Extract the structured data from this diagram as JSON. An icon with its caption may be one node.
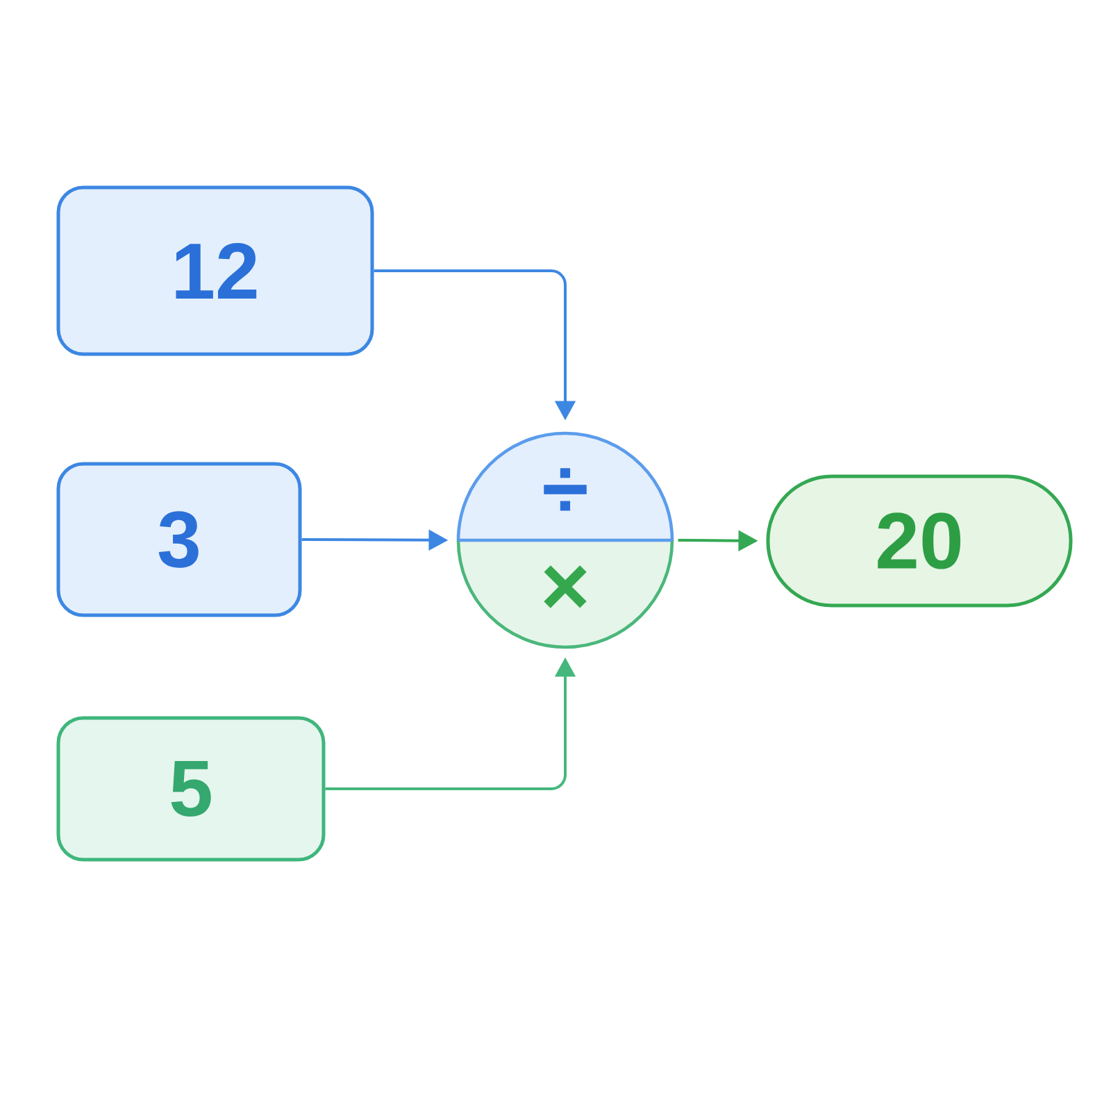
{
  "diagram": {
    "nodes": [
      {
        "text": [
          "12"
        ]
      },
      {
        "text": [
          "3"
        ]
      },
      {
        "text": [
          "5"
        ]
      },
      {
        "text": [
          "÷",
          "×"
        ]
      },
      {
        "text": [
          "20"
        ]
      }
    ],
    "edges": [
      {
        "from": 0,
        "to": 3,
        "arrow": "to"
      },
      {
        "from": 1,
        "to": 3,
        "arrow": "to"
      },
      {
        "from": 2,
        "to": 3,
        "arrow": "to",
        "color": "#45b77c"
      },
      {
        "from": 3,
        "to": 4,
        "arrow": "to",
        "color": "#34a853"
      }
    ]
  }
}
